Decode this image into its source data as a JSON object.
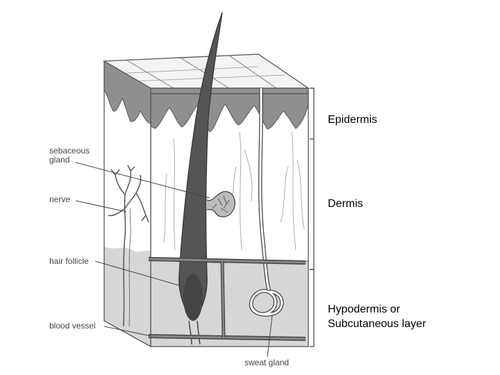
{
  "diagram": {
    "callouts": {
      "sebaceous_gland_line1": "sebaceous",
      "sebaceous_gland_line2": "gland",
      "nerve": "nerve",
      "hair_follicle": "hair follicle",
      "blood_vessel": "blood vessel",
      "sweat_gland": "sweat gland"
    },
    "layers": {
      "epidermis": "Epidermis",
      "dermis": "Dermis",
      "hypodermis_line1": "Hypodermis or",
      "hypodermis_line2": "Subcutaneous layer"
    }
  }
}
